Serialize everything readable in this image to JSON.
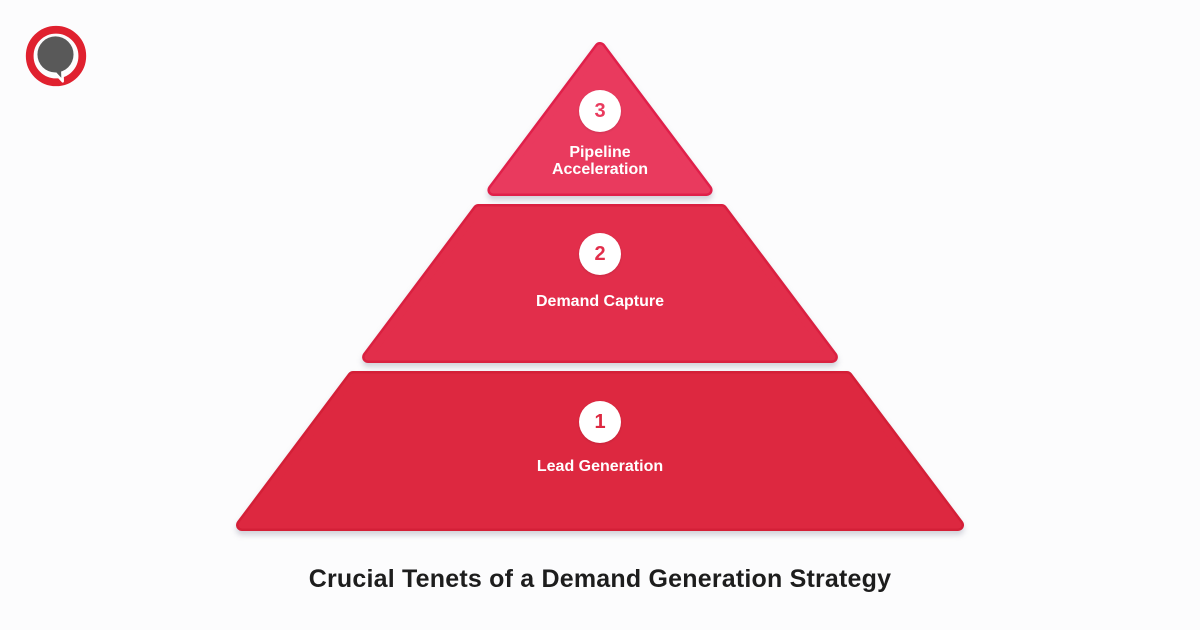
{
  "page": {
    "title": "Crucial Tenets of a Demand Generation Strategy",
    "title_color": "#1d1d1d",
    "background": "#fcfcfd"
  },
  "logo": {
    "icon": "speech-bubble-icon",
    "ring_color": "#e0212f",
    "bubble_color": "#595959"
  },
  "pyramid": {
    "type": "pyramid",
    "title": "Crucial Tenets of a Demand Generation Strategy",
    "levels": [
      {
        "number": "1",
        "label": "Lead Generation",
        "position": "bottom",
        "fill": "#dd2840",
        "border": "#d41f37",
        "badge_bg": "#ffffff"
      },
      {
        "number": "2",
        "label": "Demand Capture",
        "position": "middle",
        "fill": "#e22e4b",
        "border": "#da2040",
        "badge_bg": "#ffffff"
      },
      {
        "number": "3",
        "label": "Pipeline Acceleration",
        "position": "top",
        "fill": "#e93a5e",
        "border": "#e0204a",
        "badge_bg": "#ffffff"
      }
    ]
  }
}
